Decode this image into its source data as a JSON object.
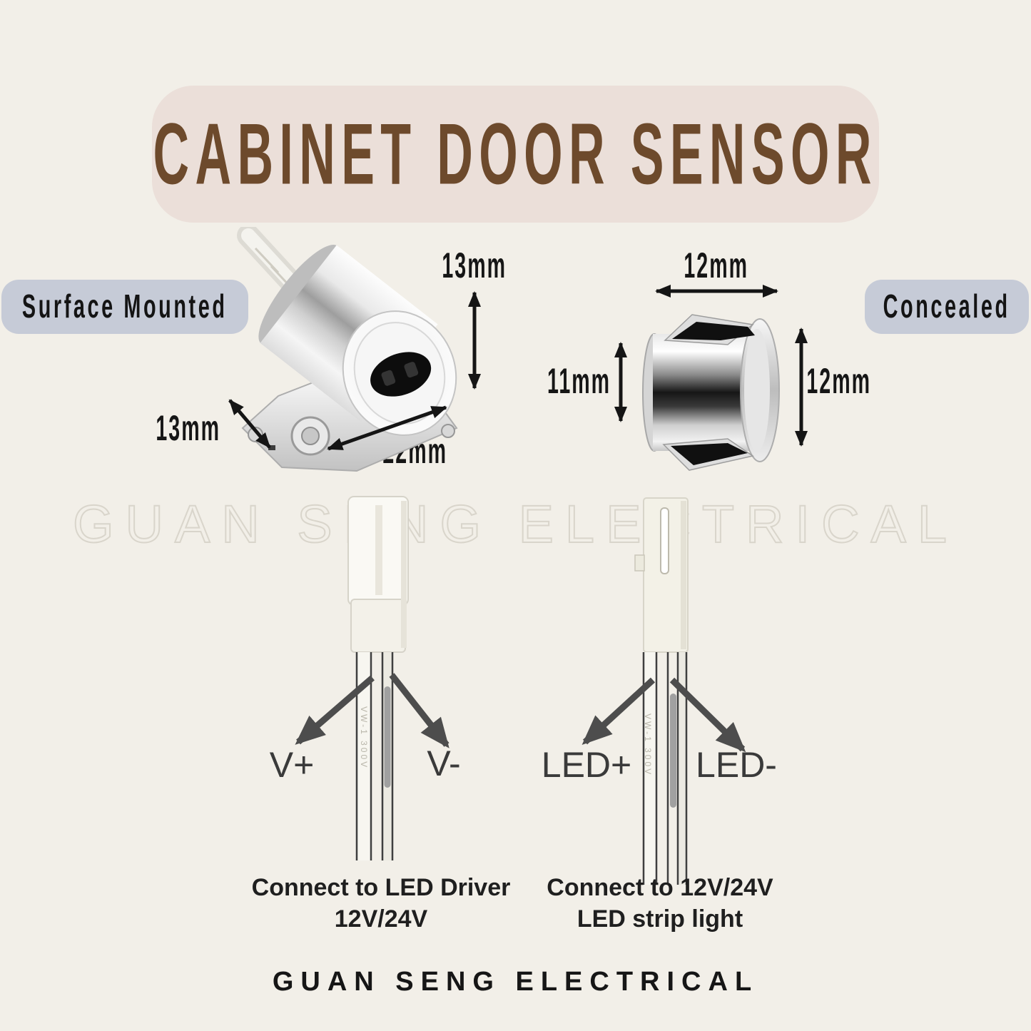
{
  "header": {
    "title": "CABINET DOOR SENSOR"
  },
  "surface_sensor": {
    "label": "Surface Mounted",
    "dim_height": "13mm",
    "dim_depth": "13mm",
    "dim_width": "22mm"
  },
  "concealed_sensor": {
    "label": "Concealed",
    "dim_diameter_top": "12mm",
    "dim_body_height": "11mm",
    "dim_flange_height": "12mm"
  },
  "watermark": "GUAN SENG ELECTRICAL",
  "driver_connector": {
    "terminal_positive": "V+",
    "terminal_negative": "V-",
    "caption_line1": "Connect to LED Driver",
    "caption_line2": "12V/24V",
    "wire_marking": "VW-1 300V"
  },
  "strip_connector": {
    "terminal_positive": "LED+",
    "terminal_negative": "LED-",
    "caption_line1": "Connect to 12V/24V",
    "caption_line2": "LED strip light",
    "wire_marking": "VW-1 300V"
  },
  "footer": {
    "brand": "GUAN SENG ELECTRICAL"
  },
  "colors": {
    "background": "#f2efe8",
    "banner_bg": "#ebdfd9",
    "title_text": "#6d4a2c",
    "tag_bg": "#c6cbd7",
    "dimension_text": "#161616",
    "dimension_arrow": "#151515",
    "wiring_arrow": "#4d4d4d",
    "watermark_outline": "#d9d5cb"
  }
}
